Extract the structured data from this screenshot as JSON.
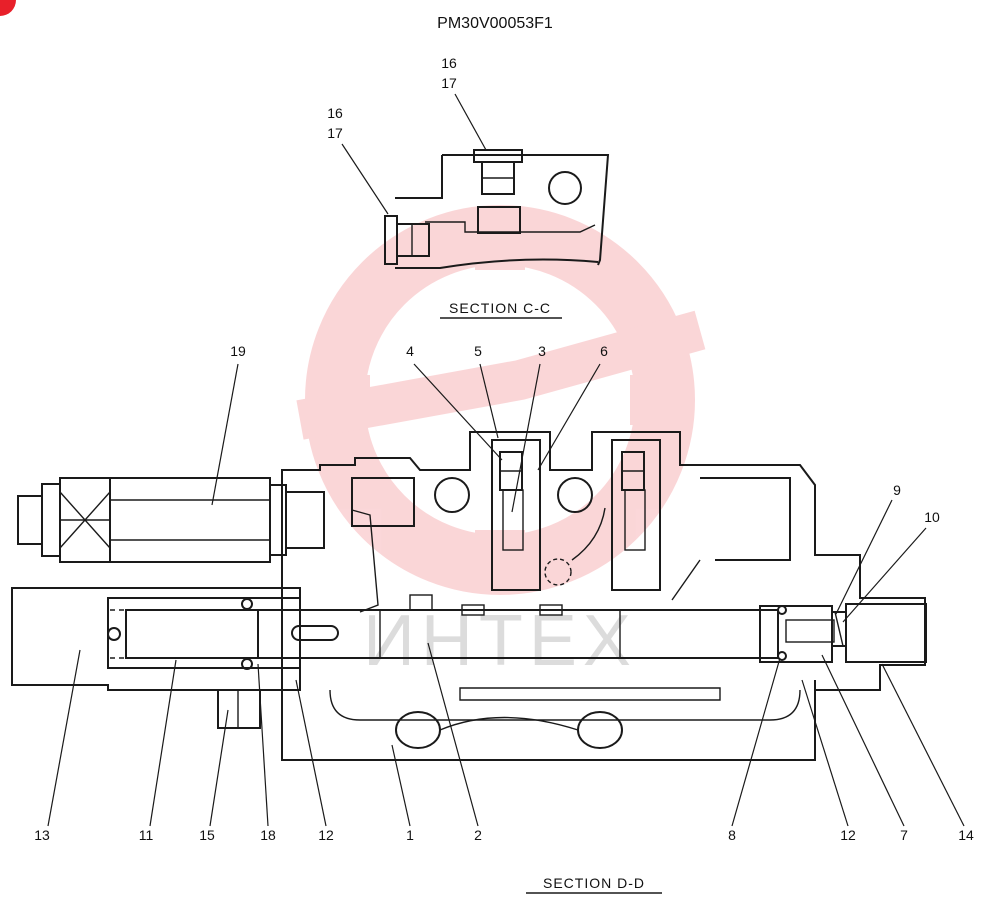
{
  "drawing_number": "PM30V00053F1",
  "section_cc": "SECTION  C-C",
  "section_dd": "SECTION  D-D",
  "watermark_text": "ИНТЕХ",
  "watermark_color": "#e8202a",
  "labels_cc": [
    "16",
    "17",
    "16",
    "17"
  ],
  "labels_dd": [
    "19",
    "4",
    "5",
    "3",
    "6",
    "9",
    "10",
    "13",
    "11",
    "15",
    "18",
    "12",
    "1",
    "2",
    "8",
    "12",
    "7",
    "14"
  ]
}
